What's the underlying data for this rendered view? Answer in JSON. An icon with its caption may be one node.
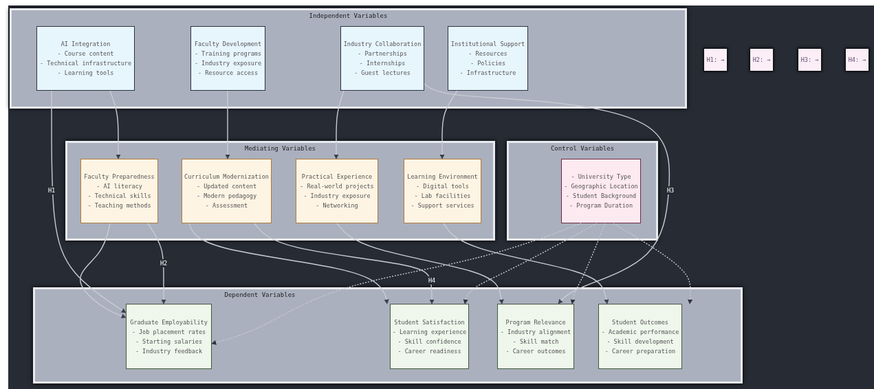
{
  "diagram": {
    "nodes": [
      {
        "text": [
          "Independent Variables"
        ]
      },
      {
        "text": [
          "AI Integration",
          "- Course content",
          "- Technical infrastructure",
          "- Learning tools"
        ],
        "in": 0
      },
      {
        "text": [
          "Faculty Development",
          "- Training programs",
          "- Industry exposure",
          "- Resource access"
        ],
        "in": 0
      },
      {
        "text": [
          "Industry Collaboration",
          "- Partnerships",
          "- Internships",
          "- Guest lectures"
        ],
        "in": 0
      },
      {
        "text": [
          "Institutional Support",
          "- Resources",
          "- Policies",
          "- Infrastructure"
        ],
        "in": 0
      },
      {
        "text": [
          "H1: →"
        ]
      },
      {
        "text": [
          "H2: →"
        ]
      },
      {
        "text": [
          "H3: →"
        ]
      },
      {
        "text": [
          "H4: →"
        ]
      },
      {
        "text": [
          "Mediating Variables"
        ]
      },
      {
        "text": [
          "Faculty Preparedness",
          "- AI literacy",
          "- Technical skills",
          "- Teaching methods"
        ],
        "in": 9
      },
      {
        "text": [
          "Curriculum Modernization",
          "- Updated content",
          "- Modern pedagogy",
          "- Assessment"
        ],
        "in": 9
      },
      {
        "text": [
          "Practical Experience",
          "- Real-world projects",
          "- Industry exposure",
          "- Networking"
        ],
        "in": 9
      },
      {
        "text": [
          "Learning Environment",
          "- Digital tools",
          "- Lab facilities",
          "- Support services"
        ],
        "in": 9
      },
      {
        "text": [
          "Control Variables"
        ]
      },
      {
        "text": [
          "- University Type",
          "- Geographic Location",
          "- Student Background",
          "- Program Duration"
        ],
        "in": 14
      },
      {
        "text": [
          "Dependent Variables"
        ]
      },
      {
        "text": [
          "Graduate Employability",
          "- Job placement rates",
          "- Starting salaries",
          "- Industry feedback"
        ],
        "in": 16
      },
      {
        "text": [
          "Student Satisfaction",
          "- Learning experience",
          "- Skill confidence",
          "- Career readiness"
        ],
        "in": 16
      },
      {
        "text": [
          "Program Relevance",
          "- Industry alignment",
          "- Skill match",
          "- Career outcomes"
        ],
        "in": 16
      },
      {
        "text": [
          "Student Outcomes",
          "- Academic performance",
          "- Skill development",
          "- Career preparation"
        ],
        "in": 16
      }
    ],
    "edges": [
      {
        "from": 1,
        "to": 17,
        "arrow": "to",
        "label": "H1"
      },
      {
        "from": 1,
        "to": 10,
        "arrow": "to"
      },
      {
        "from": 2,
        "to": 11,
        "arrow": "to"
      },
      {
        "from": 3,
        "to": 12,
        "arrow": "to"
      },
      {
        "from": 4,
        "to": 13,
        "arrow": "to"
      },
      {
        "from": 3,
        "to": 19,
        "arrow": "to",
        "label": "H3"
      },
      {
        "from": 10,
        "to": 17,
        "arrow": "to"
      },
      {
        "from": 10,
        "to": 17,
        "arrow": "to",
        "label": "H2"
      },
      {
        "from": 11,
        "to": 18,
        "arrow": "to"
      },
      {
        "from": 11,
        "to": 18,
        "arrow": "to",
        "label": "H4"
      },
      {
        "from": 12,
        "to": 19,
        "arrow": "to"
      },
      {
        "from": 13,
        "to": 20,
        "arrow": "to"
      },
      {
        "from": 15,
        "to": 17,
        "arrow": "to",
        "style": "dashed"
      },
      {
        "from": 15,
        "to": 18,
        "arrow": "to",
        "style": "dashed"
      },
      {
        "from": 15,
        "to": 19,
        "arrow": "to",
        "style": "dashed"
      },
      {
        "from": 15,
        "to": 20,
        "arrow": "to",
        "style": "dashed"
      }
    ]
  }
}
